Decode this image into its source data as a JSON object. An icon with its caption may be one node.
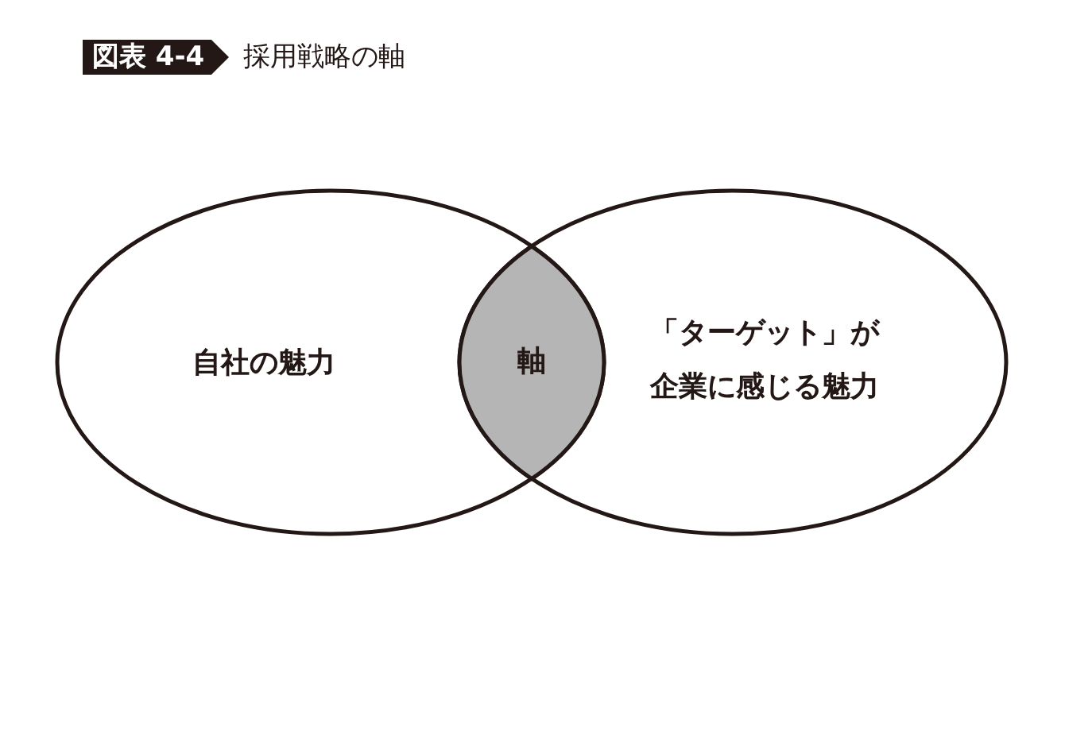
{
  "diagram": {
    "title": "採用戦略の軸",
    "nodes": [
      {
        "text": [
          "自社の魅力"
        ]
      },
      {
        "text": [
          "「ターゲット」が企業に感じる魅力"
        ]
      },
      {
        "text": [
          "軸"
        ]
      }
    ],
    "labels": [
      "図表 4-4"
    ]
  }
}
